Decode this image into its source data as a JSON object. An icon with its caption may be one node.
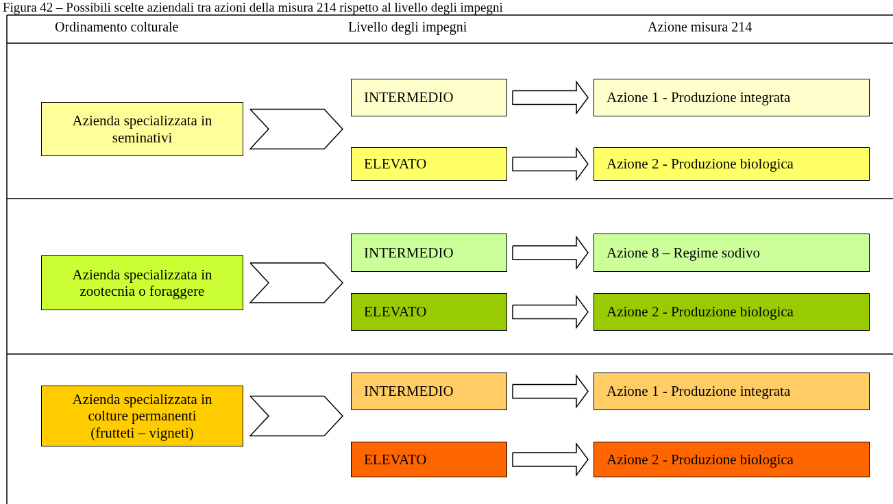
{
  "diagram": {
    "title": "Figura 42 – Possibili scelte aziendali tra azioni della misura 214 rispetto al livello degli impegni",
    "nodes": [
      {
        "text": [
          "Azienda specializzata in seminativi"
        ]
      },
      {
        "text": [
          "INTERMEDIO"
        ]
      },
      {
        "text": [
          "Azione 1 - Produzione integrata"
        ]
      },
      {
        "text": [
          "ELEVATO"
        ]
      },
      {
        "text": [
          "Azione 2 - Produzione biologica"
        ]
      },
      {
        "text": [
          "Azienda specializzata in zootecnia o foraggere"
        ]
      },
      {
        "text": [
          "INTERMEDIO"
        ]
      },
      {
        "text": [
          "Azione 8 – Regime sodivo"
        ]
      },
      {
        "text": [
          "ELEVATO"
        ]
      },
      {
        "text": [
          "Azione 2 - Produzione biologica"
        ]
      },
      {
        "text": [
          "Azienda specializzata in colture permanenti (frutteti – vigneti)"
        ]
      },
      {
        "text": [
          "INTERMEDIO"
        ]
      },
      {
        "text": [
          "Azione 1 - Produzione integrata"
        ]
      },
      {
        "text": [
          "ELEVATO"
        ]
      },
      {
        "text": [
          "Azione 2 - Produzione biologica"
        ]
      }
    ],
    "edges": [
      {
        "from": 0,
        "to": 1,
        "arrow": "to"
      },
      {
        "from": 0,
        "to": 3,
        "arrow": "to"
      },
      {
        "from": 1,
        "to": 2,
        "arrow": "to"
      },
      {
        "from": 3,
        "to": 4,
        "arrow": "to"
      },
      {
        "from": 5,
        "to": 6,
        "arrow": "to"
      },
      {
        "from": 5,
        "to": 8,
        "arrow": "to"
      },
      {
        "from": 6,
        "to": 7,
        "arrow": "to"
      },
      {
        "from": 8,
        "to": 9,
        "arrow": "to"
      },
      {
        "from": 10,
        "to": 11,
        "arrow": "to"
      },
      {
        "from": 10,
        "to": 13,
        "arrow": "to"
      },
      {
        "from": 11,
        "to": 12,
        "arrow": "to"
      },
      {
        "from": 13,
        "to": 14,
        "arrow": "to"
      }
    ],
    "labels": [
      "Ordinamento colturale",
      "Livello degli impegni",
      "Azione misura 214"
    ]
  }
}
